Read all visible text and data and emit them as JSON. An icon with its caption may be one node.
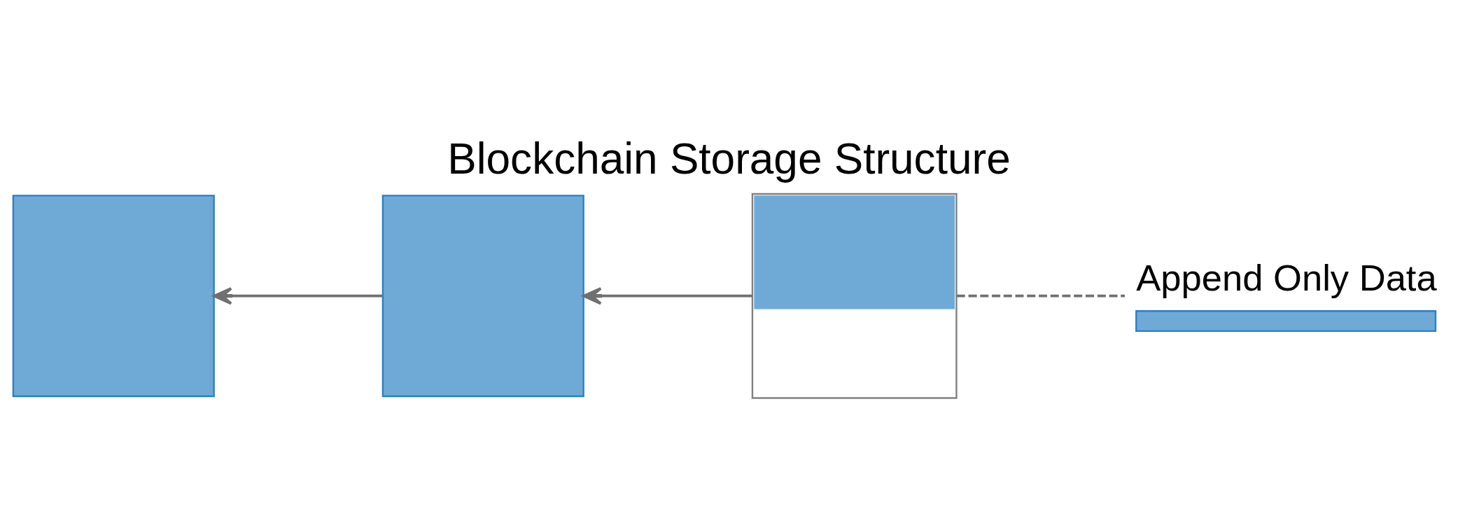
{
  "diagram": {
    "title": "Blockchain Storage Structure",
    "nodes": [
      {
        "text": [],
        "shape": "box"
      },
      {
        "text": [],
        "shape": "box"
      },
      {
        "text": [],
        "shape": "box"
      },
      {
        "text": [],
        "shape": "bar",
        "beside": [
          "Append Only Data"
        ]
      }
    ],
    "edges": [
      {
        "from": 1,
        "to": 0,
        "arrow": "to"
      },
      {
        "from": 2,
        "to": 1,
        "arrow": "to"
      },
      {
        "from": 2,
        "to": 3,
        "arrow": "none",
        "style": "dashed"
      }
    ]
  }
}
